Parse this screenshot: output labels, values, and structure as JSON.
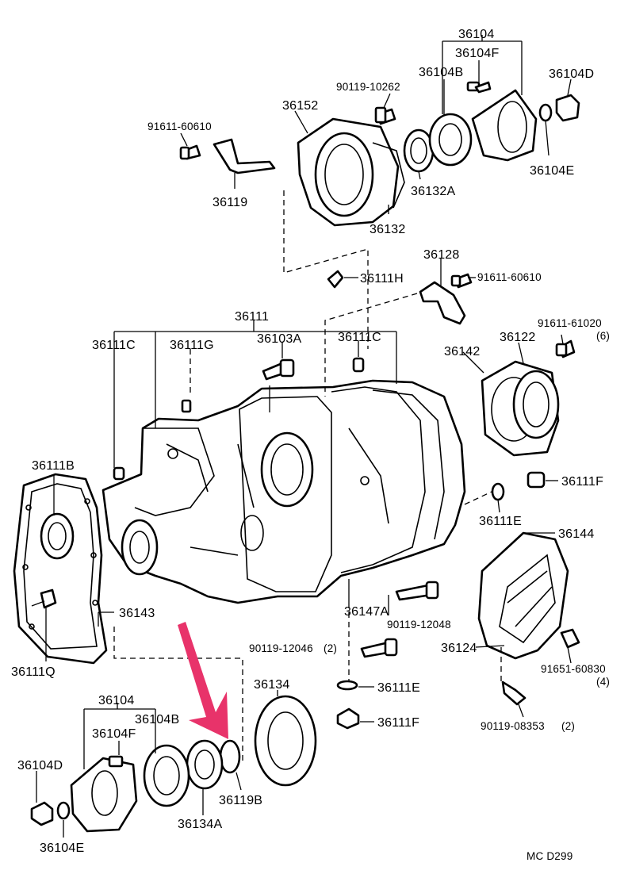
{
  "accent_color": "#e8336a",
  "labels": {
    "p36104_top": "36104",
    "p36104F_top": "36104F",
    "p36104B_top": "36104B",
    "p36104D_top": "36104D",
    "p36104E_top": "36104E",
    "p90119_10262": "90119-10262",
    "p36152": "36152",
    "p91611_60610a": "91611-60610",
    "p36119": "36119",
    "p36132A": "36132A",
    "p36132": "36132",
    "p36128": "36128",
    "p36111H": "36111H",
    "p91611_60610b": "91611-60610",
    "p36111": "36111",
    "p36111C_a": "36111C",
    "p36111G": "36111G",
    "p36103A": "36103A",
    "p36111C_b": "36111C",
    "p91611_61020": "91611-61020",
    "q6": "(6)",
    "p36142": "36142",
    "p36122": "36122",
    "p36111B": "36111B",
    "p36111F_a": "36111F",
    "p36111E_a": "36111E",
    "p36144": "36144",
    "p36143": "36143",
    "p36147A": "36147A",
    "p90119_12048": "90119-12048",
    "p36111Q": "36111Q",
    "p90119_12046": "90119-12046",
    "q2a": "(2)",
    "p36124": "36124",
    "p91651_60830": "91651-60830",
    "q4": "(4)",
    "p36134": "36134",
    "p36111E_b": "36111E",
    "p36104_bot": "36104",
    "p36104B_bot": "36104B",
    "p36104F_bot": "36104F",
    "p36111F_b": "36111F",
    "p90119_08353": "90119-08353",
    "q2b": "(2)",
    "p36104D_bot": "36104D",
    "p36119B": "36119B",
    "p36134A": "36134A",
    "p36104E_bot": "36104E",
    "footer_code": "MC  D299"
  }
}
